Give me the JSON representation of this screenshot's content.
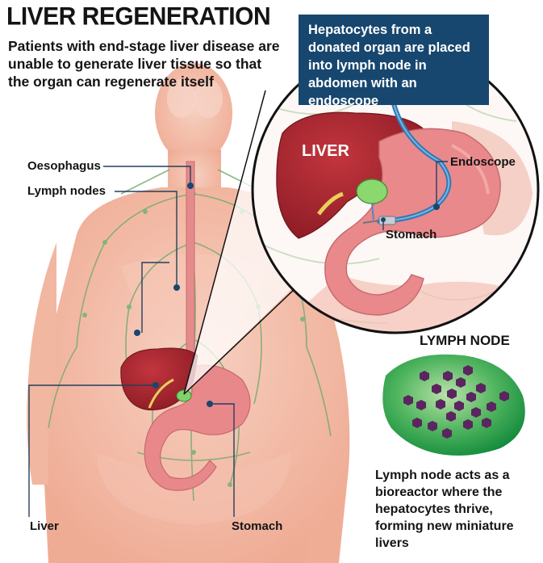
{
  "title": "LIVER REGENERATION",
  "intro": "Patients with end-stage liver disease are unable to generate liver tissue so that the organ can regenerate itself",
  "callout": "Hepatocytes from a donated organ are placed into lymph node in abdomen with an endoscope",
  "labels": {
    "oesophagus": "Oesophagus",
    "lymph_nodes": "Lymph nodes",
    "liver": "Liver",
    "stomach": "Stomach",
    "zoom_liver": "LIVER",
    "endoscope": "Endoscope",
    "zoom_stomach": "Stomach",
    "lymph_node_title": "LYMPH NODE"
  },
  "lymph_node_note": "Lymph node acts as a bioreactor where the hepatocytes thrive, forming new miniature livers",
  "colors": {
    "body": "#f1b39d",
    "liver": "#a8262f",
    "stomach": "#e9888a",
    "lymph": "#7fae78",
    "callout": "#17476f",
    "node": "#1f9645",
    "hepatocyte": "#5b2560"
  }
}
